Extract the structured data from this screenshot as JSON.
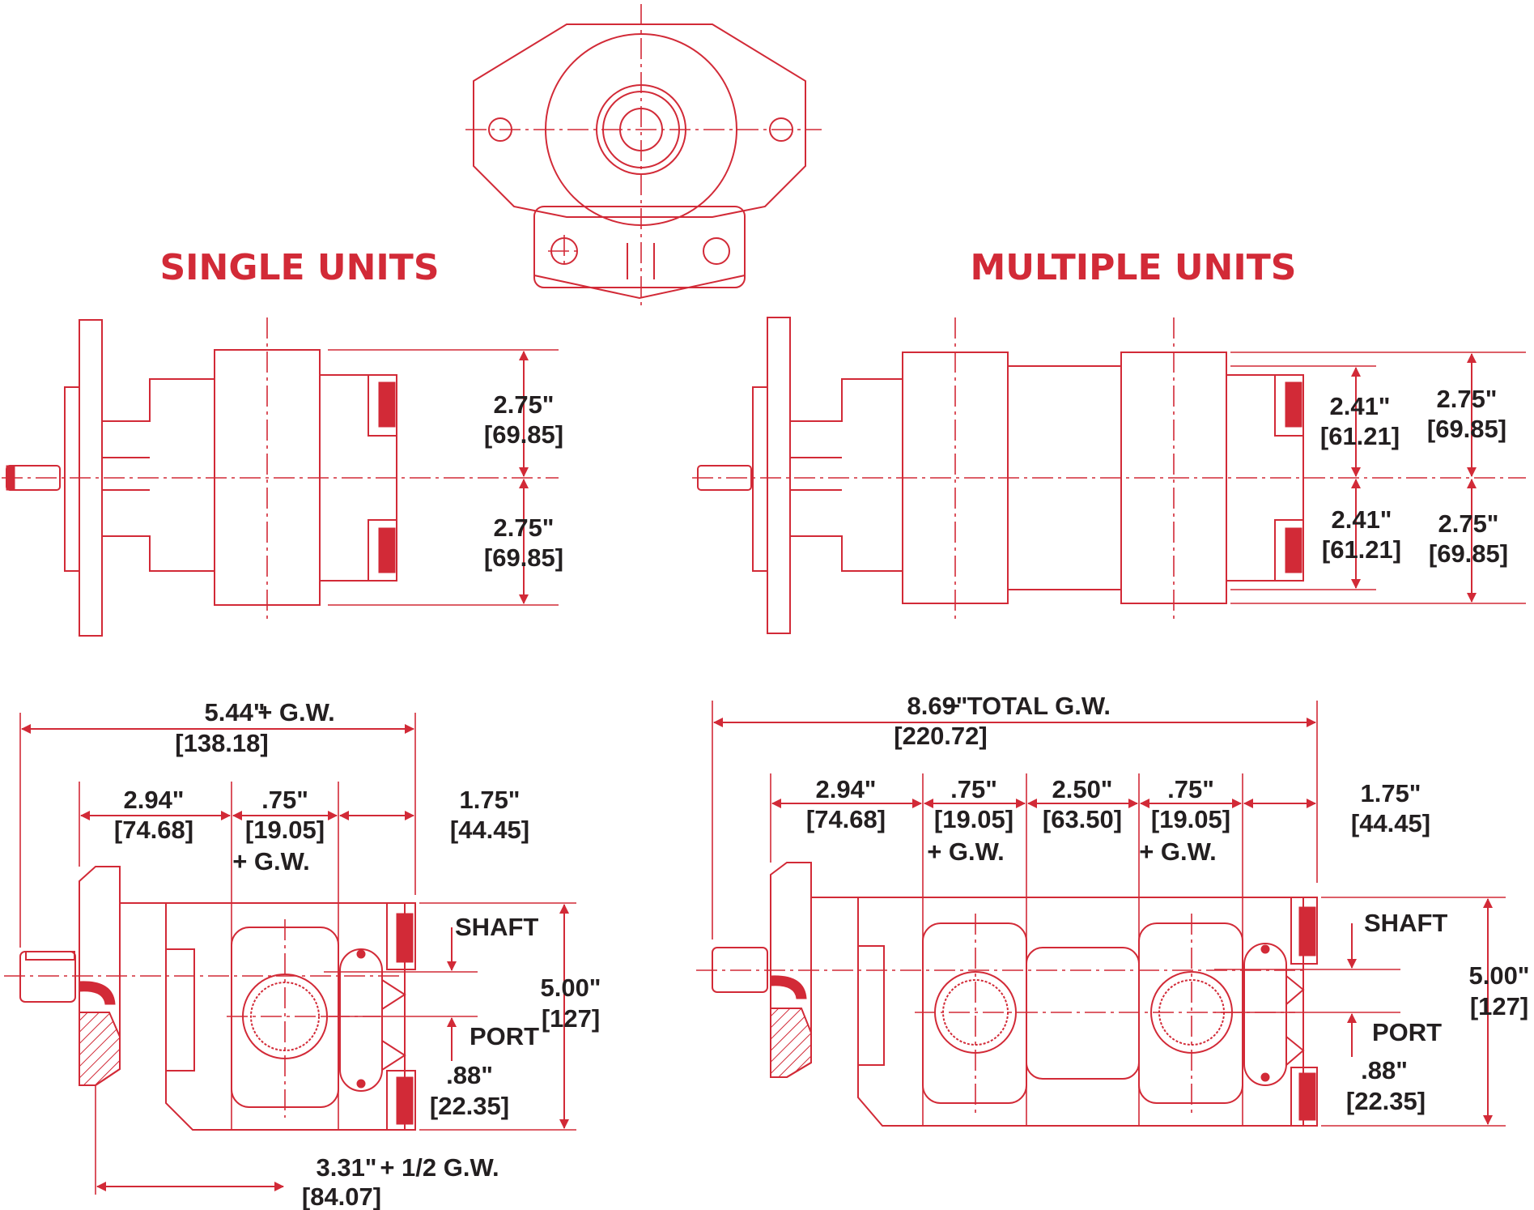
{
  "titles": {
    "single": "SINGLE UNITS",
    "multiple": "MULTIPLE UNITS"
  },
  "single": {
    "side": {
      "upper_in": "2.75\"",
      "upper_mm": "[69.85]",
      "lower_in": "2.75\"",
      "lower_mm": "[69.85]"
    },
    "top": {
      "overall_in": "5.44\"",
      "overall_note": "+ G.W.",
      "overall_mm": "[138.18]",
      "seg1_in": "2.94\"",
      "seg1_mm": "[74.68]",
      "seg2_in": ".75\"",
      "seg2_mm": "[19.05]",
      "seg2_note": "+ G.W.",
      "seg3_in": "1.75\"",
      "seg3_mm": "[44.45]",
      "shaft_label": "SHAFT",
      "port_label": "PORT",
      "port_in": ".88\"",
      "port_mm": "[22.35]",
      "height_in": "5.00\"",
      "height_mm": "[127]",
      "bottom_in": "3.31\"",
      "bottom_note": "+ 1/2 G.W.",
      "bottom_mm": "[84.07]"
    }
  },
  "multiple": {
    "side": {
      "inner_upper_in": "2.41\"",
      "inner_upper_mm": "[61.21]",
      "inner_lower_in": "2.41\"",
      "inner_lower_mm": "[61.21]",
      "outer_upper_in": "2.75\"",
      "outer_upper_mm": "[69.85]",
      "outer_lower_in": "2.75\"",
      "outer_lower_mm": "[69.85]"
    },
    "top": {
      "overall_in": "8.69\"",
      "overall_note": "+ TOTAL G.W.",
      "overall_mm": "[220.72]",
      "seg1_in": "2.94\"",
      "seg1_mm": "[74.68]",
      "seg2_in": ".75\"",
      "seg2_mm": "[19.05]",
      "seg2_note": "+ G.W.",
      "seg3_in": "2.50\"",
      "seg3_mm": "[63.50]",
      "seg4_in": ".75\"",
      "seg4_mm": "[19.05]",
      "seg4_note": "+ G.W.",
      "seg5_in": "1.75\"",
      "seg5_mm": "[44.45]",
      "shaft_label": "SHAFT",
      "port_label": "PORT",
      "port_in": ".88\"",
      "port_mm": "[22.35]",
      "height_in": "5.00\"",
      "height_mm": "[127]"
    }
  },
  "colors": {
    "line": "#d22a37",
    "text": "#231f20",
    "background": "#ffffff"
  }
}
